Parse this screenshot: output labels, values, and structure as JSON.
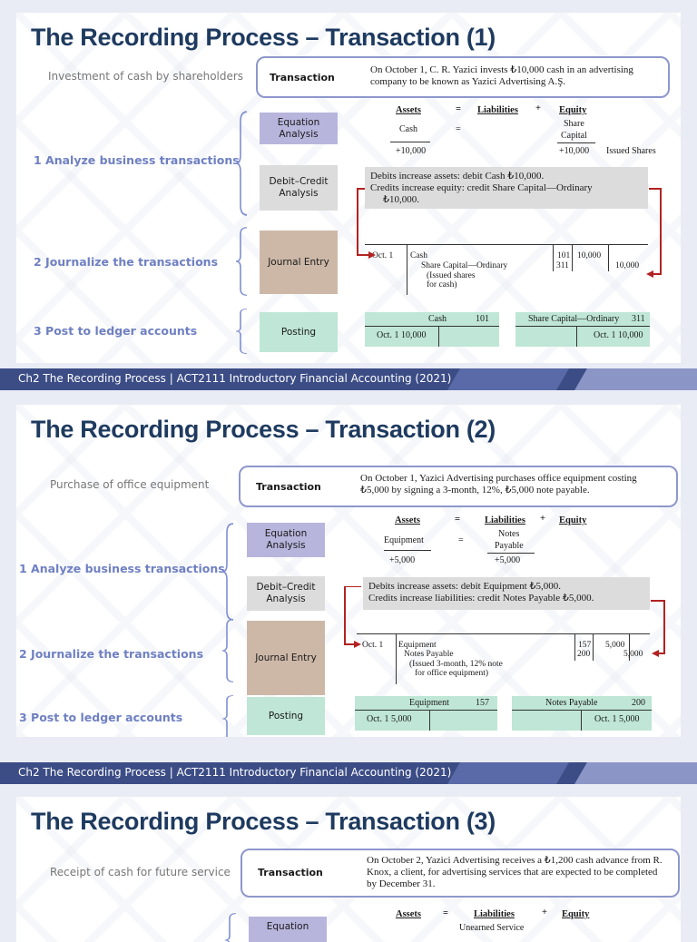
{
  "footer_text": "Ch2 The Recording Process | ACT2111 Introductory Financial Accounting (2021)",
  "colors": {
    "title": "#1e3a5f",
    "step": "#6f80c2",
    "equation_box": "#b7b5dc",
    "rule_box": "#dcdcdc",
    "journal_box": "#cdb8a8",
    "posting_box": "#bfe6d6",
    "arrow": "#b22222"
  },
  "step_labels": {
    "analyze": "1 Analyze business transactions",
    "journalize": "2 Journalize the transactions",
    "post": "3 Post to ledger accounts"
  },
  "box_labels": {
    "transaction": "Transaction",
    "equation_analysis": "Equation Analysis",
    "debit_credit_analysis": "Debit–Credit Analysis",
    "journal_entry": "Journal Entry",
    "posting": "Posting"
  },
  "equation_headers": {
    "assets": "Assets",
    "equals": "=",
    "liabilities": "Liabilities",
    "plus": "+",
    "equity": "Equity"
  },
  "slide1": {
    "title": "The Recording Process – Transaction (1)",
    "description": "Investment of cash by shareholders",
    "transaction_text": "On October 1, C. R. Yazici invests ₺10,000 cash in an advertising company to be known as Yazici Advertising A.Ş.",
    "equation": {
      "asset_account": "Cash",
      "asset_amount": "+10,000",
      "equals": "=",
      "equity_account_1": "Share",
      "equity_account_2": "Capital",
      "equity_amount": "+10,000",
      "equity_note": "Issued Shares"
    },
    "rule_lines": [
      "Debits increase assets: debit Cash ₺10,000.",
      "Credits increase equity: credit Share Capital—Ordinary",
      "₺10,000."
    ],
    "journal": {
      "date": "Oct. 1",
      "debit_account": "Cash",
      "credit_account": "Share Capital—Ordinary",
      "memo_1": "(Issued shares",
      "memo_2": "for cash)",
      "ref_1": "101",
      "ref_2": "311",
      "debit": "10,000",
      "credit": "10,000"
    },
    "ledger_left": {
      "account": "Cash",
      "number": "101",
      "entry": "Oct. 1 10,000"
    },
    "ledger_right": {
      "account": "Share Capital—Ordinary",
      "number": "311",
      "entry": "Oct. 1 10,000"
    }
  },
  "slide2": {
    "title": "The Recording Process – Transaction (2)",
    "description": "Purchase of office equipment",
    "transaction_text": "On October 1, Yazici Advertising purchases office equipment costing ₺5,000 by signing a 3-month, 12%, ₺5,000 note payable.",
    "equation": {
      "asset_account": "Equipment",
      "asset_amount": "+5,000",
      "equals": "=",
      "liab_account_1": "Notes",
      "liab_account_2": "Payable",
      "liab_amount": "+5,000"
    },
    "rule_lines": [
      "Debits increase assets: debit Equipment ₺5,000.",
      "Credits increase liabilities: credit Notes Payable ₺5,000."
    ],
    "journal": {
      "date": "Oct. 1",
      "debit_account": "Equipment",
      "credit_account": "Notes Payable",
      "memo_1": "(Issued 3-month, 12% note",
      "memo_2": "for office equipment)",
      "ref_1": "157",
      "ref_2": "200",
      "debit": "5,000",
      "credit": "5,000"
    },
    "ledger_left": {
      "account": "Equipment",
      "number": "157",
      "entry": "Oct. 1 5,000"
    },
    "ledger_right": {
      "account": "Notes Payable",
      "number": "200",
      "entry": "Oct. 1 5,000"
    }
  },
  "slide3": {
    "title": "The Recording Process – Transaction (3)",
    "description": "Receipt of cash for future service",
    "transaction_text": "On October 2, Yazici Advertising receives a ₺1,200 cash advance from R. Knox, a client, for advertising services that are expected to be completed by December 31.",
    "equation_label": "Equation",
    "liab_partial": "Unearned Service"
  }
}
